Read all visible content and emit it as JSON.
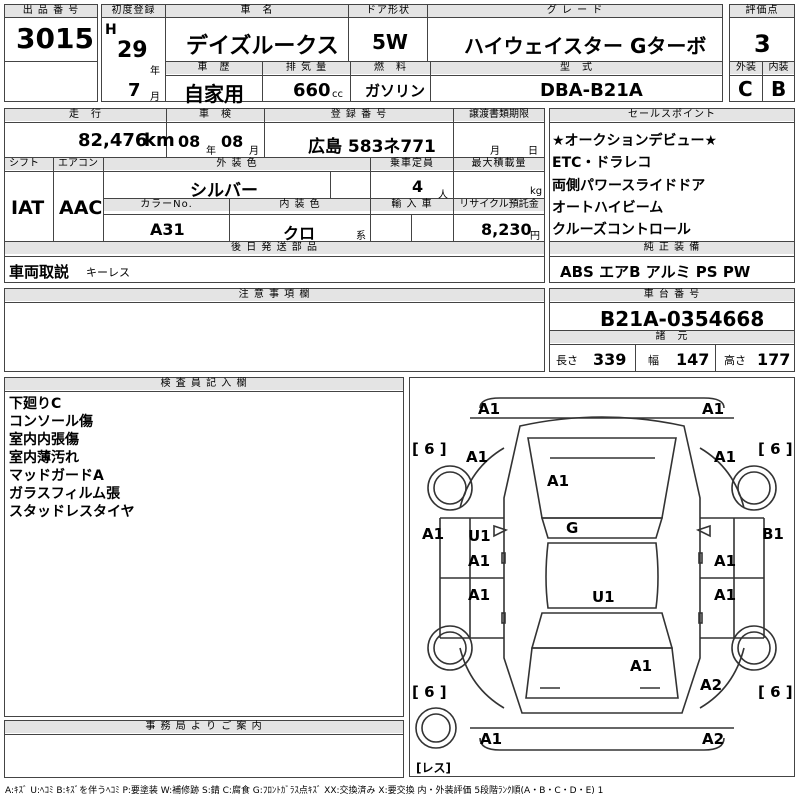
{
  "header": {
    "lot_label": "出 品 番 号",
    "lot": "3015",
    "first_reg_label": "初度登録",
    "era": "H",
    "year": "29",
    "year_unit": "年",
    "month": "7",
    "month_unit": "月",
    "name_label": "車　名",
    "name": "デイズルークス",
    "doors_label": "ドア形状",
    "doors": "5W",
    "grade_label": "グ レ ー ド",
    "grade": "ハイウェイスター Gターボ",
    "score_label": "評価点",
    "score": "3",
    "history_label": "車　歴",
    "history": "自家用",
    "cc_label": "排 気 量",
    "cc": "660",
    "cc_unit": "cc",
    "fuel_label": "燃　料",
    "fuel": "ガソリン",
    "model_label": "型　式",
    "model": "DBA-B21A",
    "ext_label": "外装",
    "ext": "C",
    "int_label": "内装",
    "int": "B"
  },
  "row2": {
    "mileage_label": "走　行",
    "mileage": "82,476",
    "mileage_unit": "km",
    "inspection_label": "車　検",
    "insp_y": "08",
    "insp_y_unit": "年",
    "insp_m": "08",
    "insp_m_unit": "月",
    "plate_label": "登 録 番 号",
    "plate": "広島 583ネ771",
    "transfer_label": "譲渡書類期限",
    "transfer_m": "月",
    "transfer_d": "日",
    "shift_label": "シフト",
    "shift": "IAT",
    "ac_label": "エアコン",
    "ac": "AAC",
    "color_label": "外 装 色",
    "color": "シルバー",
    "capacity_label": "乗車定員",
    "capacity": "4",
    "capacity_unit": "人",
    "load_label": "最大積載量",
    "load_unit": "kg",
    "color_no_label": "カラーNo.",
    "color_no": "A31",
    "interior_color_label": "内 装 色",
    "interior_color": "クロ",
    "interior_suffix": "系",
    "import_label": "輸 入 車",
    "recycle_label": "リサイクル預託金",
    "recycle": "8,230",
    "recycle_unit": "円",
    "later_label": "後 日 発 送 部 品",
    "later": "車両取説",
    "later_sub": "キーレス"
  },
  "sales_label": "セールスポイント",
  "sales": [
    "★オークションデビュー★",
    "ETC・ドラレコ",
    "両側パワースライドドア",
    "オートハイビーム",
    "クルーズコントロール"
  ],
  "equip_label": "純 正 装 備",
  "equip": "ABS エアB アルミ PS PW",
  "caution_label": "注 意 事 項 欄",
  "chassis_label": "車 台 番 号",
  "chassis": "B21A-0354668",
  "spec_label": "諸　元",
  "spec": {
    "len_label": "長さ",
    "len": "339",
    "wid_label": "幅",
    "wid": "147",
    "hgt_label": "高さ",
    "hgt": "177"
  },
  "inspector_label": "検 査 員 記 入 欄",
  "inspector_notes": [
    "下廻りC",
    "コンソール傷",
    "室内内張傷",
    "室内薄汚れ",
    "マッドガードA",
    "ガラスフィルム張",
    "スタッドレスタイヤ"
  ],
  "office_label": "事 務 局 よ り ご 案 内",
  "diagram": {
    "marks": [
      "A1",
      "A1",
      "A1",
      "A1",
      "A1",
      "A1",
      "U1",
      "A1",
      "G",
      "B1",
      "A1",
      "A1",
      "U1",
      "A1",
      "A1",
      "A2",
      "A1",
      "A2"
    ],
    "tyres": [
      "[ 6 ]",
      "[ 6 ]",
      "[ 6 ]",
      "[ 6 ]"
    ],
    "spare": "[レス]"
  },
  "legend": "A:ｷｽﾞ U:ﾍｺﾐ B:ｷｽﾞを伴うﾍｺﾐ P:要塗装 W:補修跡 S:錆 C:腐食 G:ﾌﾛﾝﾄｶﾞﾗｽ点ｷｽﾞ XX:交換済み X:要交換 内・外装評価 5段階ﾗﾝｸ順(A・B・C・D・E) 1"
}
